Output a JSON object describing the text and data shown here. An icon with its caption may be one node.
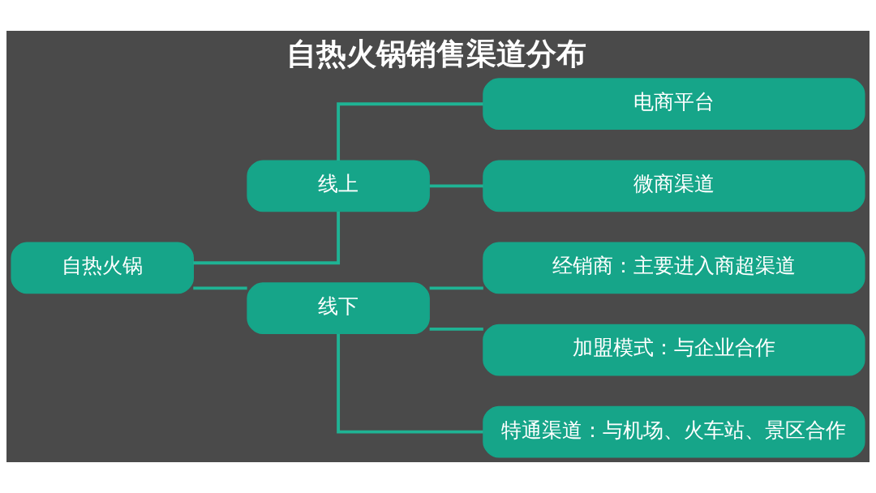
{
  "diagram": {
    "title": "自热火锅销售渠道分布",
    "nodes": [
      {
        "text": [
          "自热火锅"
        ]
      },
      {
        "text": [
          "线上"
        ]
      },
      {
        "text": [
          "线下"
        ]
      },
      {
        "text": [
          "电商平台"
        ]
      },
      {
        "text": [
          "微商渠道"
        ]
      },
      {
        "text": [
          "经销商：主要进入商超渠道"
        ]
      },
      {
        "text": [
          "加盟模式：与企业合作"
        ]
      },
      {
        "text": [
          "特通渠道：与机场、火车站、景区合作"
        ]
      }
    ],
    "edges": [
      {
        "from": 0,
        "to": 1,
        "arrow": "none"
      },
      {
        "from": 0,
        "to": 2,
        "arrow": "none"
      },
      {
        "from": 1,
        "to": 3,
        "arrow": "none"
      },
      {
        "from": 1,
        "to": 4,
        "arrow": "none"
      },
      {
        "from": 2,
        "to": 5,
        "arrow": "none"
      },
      {
        "from": 2,
        "to": 6,
        "arrow": "none"
      },
      {
        "from": 2,
        "to": 7,
        "arrow": "none"
      }
    ]
  }
}
